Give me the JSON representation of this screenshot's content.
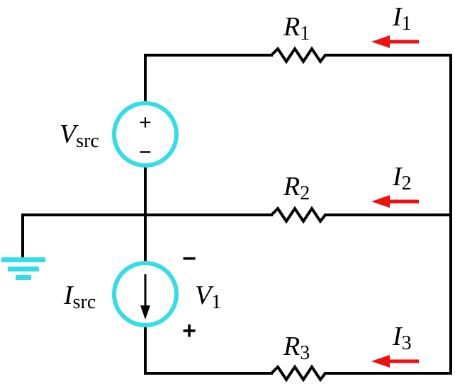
{
  "colors": {
    "wire": "#000000",
    "source": "#33dde8",
    "ground": "#33dde8",
    "current_arrow": "#ee1111"
  },
  "labels": {
    "r1": {
      "main": "R",
      "sub": "1"
    },
    "r2": {
      "main": "R",
      "sub": "2"
    },
    "r3": {
      "main": "R",
      "sub": "3"
    },
    "i1": {
      "main": "I",
      "sub": "1"
    },
    "i2": {
      "main": "I",
      "sub": "2"
    },
    "i3": {
      "main": "I",
      "sub": "3"
    },
    "vsrc": {
      "main": "V",
      "sub": "src"
    },
    "isrc": {
      "main": "I",
      "sub": "src"
    },
    "v1": {
      "main": "V",
      "sub": "1"
    }
  },
  "signs": {
    "vsrc_plus": "+",
    "vsrc_minus": "−",
    "v1_minus": "−",
    "v1_plus": "+"
  },
  "icons": {
    "ground": "ground-icon",
    "voltage_source": "voltage-source-icon",
    "current_source": "current-source-icon",
    "resistor": "resistor-icon",
    "current_arrow": "current-arrow-icon"
  }
}
